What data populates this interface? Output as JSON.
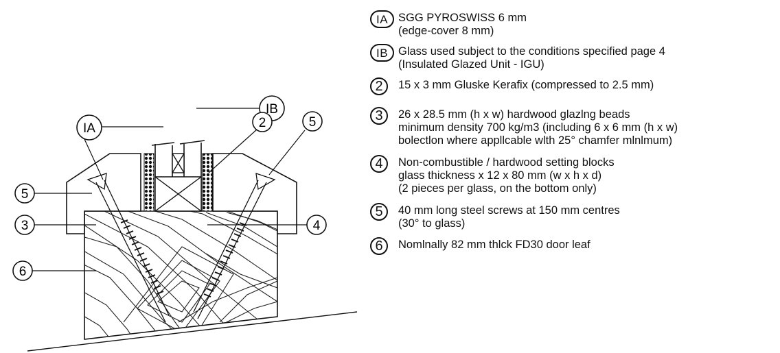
{
  "drawing": {
    "callouts": [
      {
        "id": "1A",
        "label": "IA"
      },
      {
        "id": "1B",
        "label": "IB"
      },
      {
        "id": "2",
        "label": "2"
      },
      {
        "id": "3",
        "label": "3"
      },
      {
        "id": "4",
        "label": "4"
      },
      {
        "id": "5a",
        "label": "5"
      },
      {
        "id": "5b",
        "label": "5"
      },
      {
        "id": "6",
        "label": "6"
      }
    ]
  },
  "legend": [
    {
      "marker": "IA",
      "lines": [
        "SGG PYROSWISS 6 mm",
        "(edge-cover 8 mm)"
      ]
    },
    {
      "marker": "IB",
      "lines": [
        "Glass used subject to the conditions specified page 4",
        "(Insulated Glazed Unit - IGU)"
      ]
    },
    {
      "marker": "2",
      "lines": [
        "15 x 3 mm Gluske Kerafix (compressed to 2.5 mm)"
      ]
    },
    {
      "marker": "3",
      "lines": [
        "26 x 28.5 mm (h x w) hardwood glazlng beads",
        "minimum density 700 kg/m3 (including 6 x 6 mm (h x w)",
        "bolectlon where appllcable wlth 25° chamfer mlnlmum)"
      ]
    },
    {
      "marker": "4",
      "lines": [
        "Non-combustible / hardwood setting blocks",
        "glass thickness x 12 x 80 mm (w x h x d)",
        "(2 pieces per glass, on the bottom only)"
      ]
    },
    {
      "marker": "5",
      "lines": [
        "40 mm long steel screws at 150 mm centres",
        "(30° to glass)"
      ]
    },
    {
      "marker": "6",
      "lines": [
        "Nomlnally 82 mm thlck FD30 door leaf"
      ]
    }
  ]
}
